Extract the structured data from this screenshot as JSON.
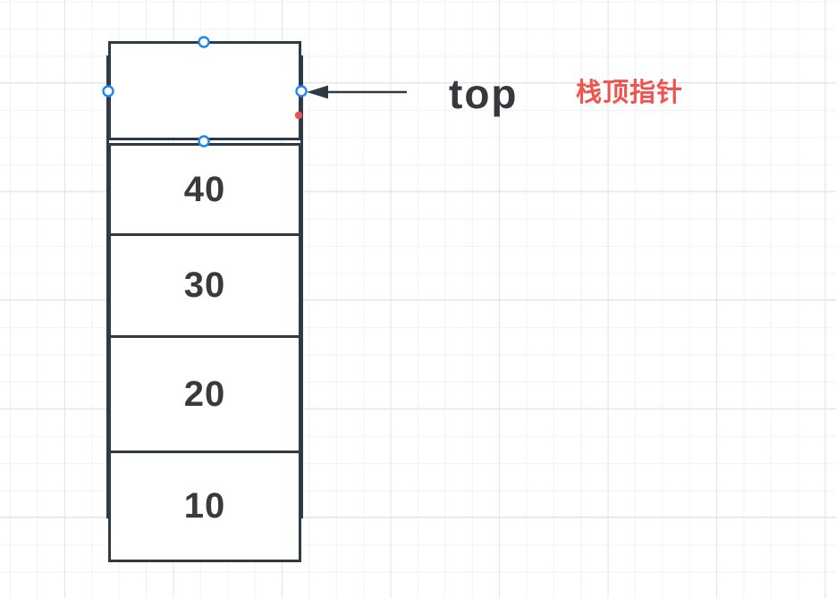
{
  "app": {
    "kind": "diagram-editor-canvas",
    "background": "grid"
  },
  "diagram": {
    "title_concept": "stack",
    "stack": {
      "cells": [
        {
          "value": "",
          "role": "top-slot",
          "state": "selected"
        },
        {
          "value": "40",
          "role": "element"
        },
        {
          "value": "30",
          "role": "element"
        },
        {
          "value": "20",
          "role": "element"
        },
        {
          "value": "10",
          "role": "element"
        }
      ]
    },
    "pointer": {
      "label": "top",
      "annotation": "栈顶指针",
      "arrow_direction": "left",
      "points_to": "top-slot"
    },
    "selection": {
      "handles": [
        "top-center",
        "left-middle",
        "right-middle",
        "bottom-center"
      ],
      "connection_point_marker": "red-dot"
    }
  },
  "colors": {
    "shape_border": "#2e3b46",
    "cell_fill": "#ffffff",
    "cell_text": "#3a3a3c",
    "pointer_label": "#35393d",
    "annotation_red": "#f0544f",
    "selection_handle_blue": "#1d87f4",
    "connection_dot_red": "#e9534f",
    "grid_minor": "#f2f2f2",
    "grid_major": "#e4e4e4"
  }
}
